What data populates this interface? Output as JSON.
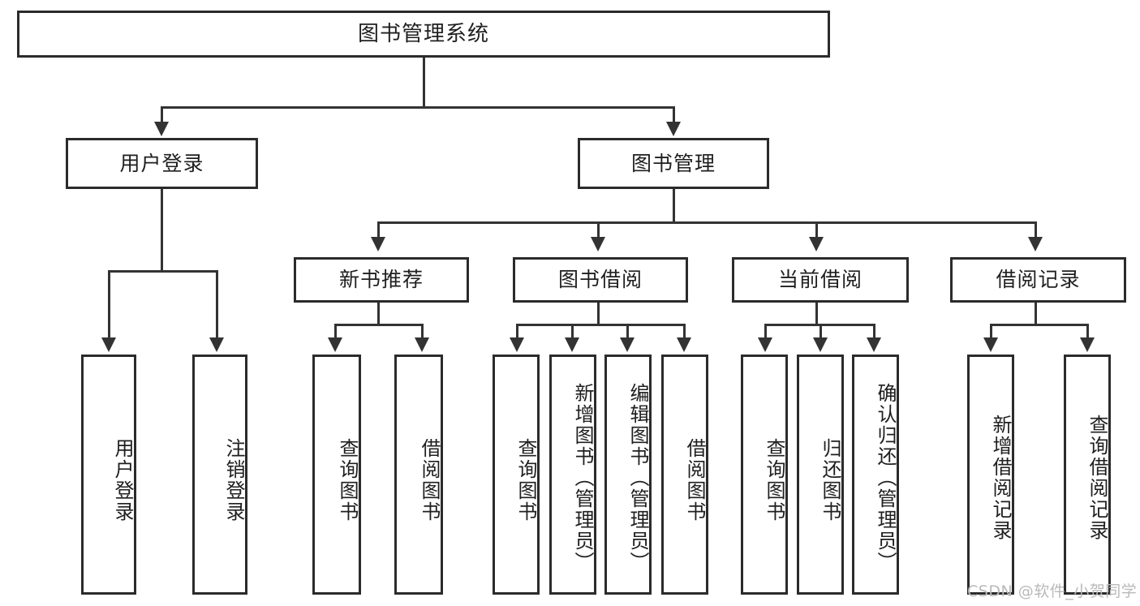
{
  "diagram": {
    "title": "图书管理系统",
    "root": {
      "label": "图书管理系统"
    },
    "level2": [
      {
        "label": "用户登录"
      },
      {
        "label": "图书管理"
      }
    ],
    "level3": [
      {
        "label": "新书推荐"
      },
      {
        "label": "图书借阅"
      },
      {
        "label": "当前借阅"
      },
      {
        "label": "借阅记录"
      }
    ],
    "leaves": {
      "user_login": [
        {
          "label": "用户登录"
        },
        {
          "label": "注销登录"
        }
      ],
      "new_book_recommend": [
        {
          "label": "查询图书"
        },
        {
          "label": "借阅图书"
        }
      ],
      "book_borrow": [
        {
          "label": "查询图书"
        },
        {
          "label": "新增图书（管理员）"
        },
        {
          "label": "编辑图书（管理员）"
        },
        {
          "label": "借阅图书"
        }
      ],
      "current_borrow": [
        {
          "label": "查询图书"
        },
        {
          "label": "归还图书"
        },
        {
          "label": "确认归还（管理员）"
        }
      ],
      "borrow_record": [
        {
          "label": "新增借阅记录"
        },
        {
          "label": "查询借阅记录"
        }
      ]
    }
  },
  "watermark": {
    "text": "CSDN @软件_小贺同学"
  },
  "colors": {
    "border": "#2b2b2b",
    "connector": "#333333",
    "text": "#1f1f1f",
    "background": "#ffffff",
    "watermark": "#b9b9b9"
  }
}
